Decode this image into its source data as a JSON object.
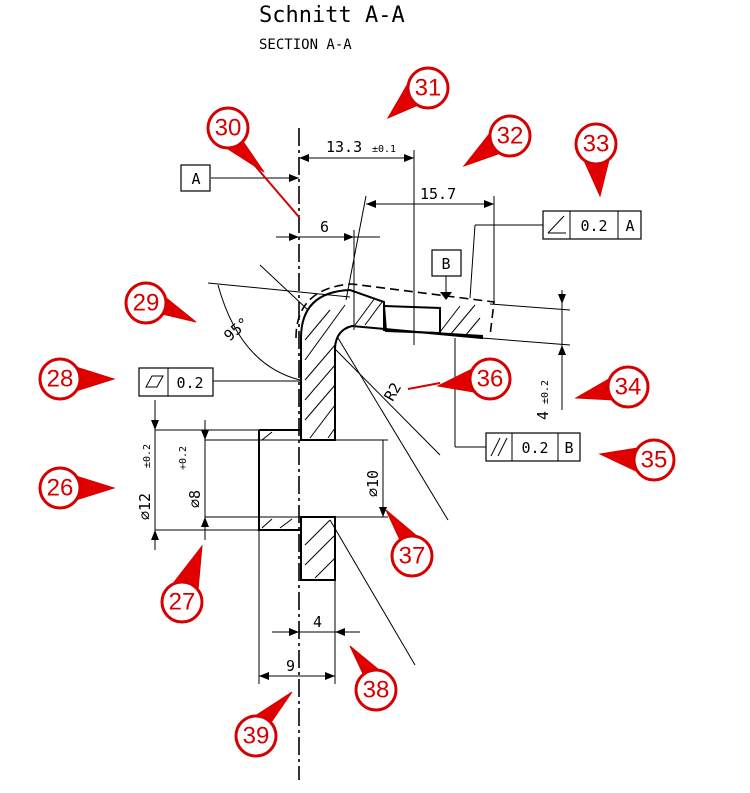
{
  "title": "Schnitt A-A",
  "subtitle": "SECTION A-A",
  "balloon_color": "#d60000",
  "datums": {
    "a": "A",
    "b": "B"
  },
  "dimensions": {
    "d_13_3": "13.3",
    "d_13_3_tol": "±0.1",
    "d_15_7": "15.7",
    "d_6": "6",
    "angle_95": "95°",
    "radius": "R2",
    "d_4_v": "4",
    "d_4_v_tol": "±0.2",
    "dia_12": "∅12",
    "dia_12_tol": "±0.2",
    "dia_8": "∅8",
    "dia_8_tol": "+0.2",
    "dia_10": "∅10",
    "d_4_h": "4",
    "d_9": "9"
  },
  "fcf": {
    "angularity": {
      "symbol": "angularity-icon",
      "value": "0.2",
      "datum": "A"
    },
    "flatness": {
      "symbol": "flatness-icon",
      "value": "0.2"
    },
    "parallelism": {
      "symbol": "parallelism-icon",
      "value": "0.2",
      "datum": "B"
    }
  },
  "balloons": [
    "26",
    "27",
    "28",
    "29",
    "30",
    "31",
    "32",
    "33",
    "34",
    "35",
    "36",
    "37",
    "38",
    "39"
  ]
}
